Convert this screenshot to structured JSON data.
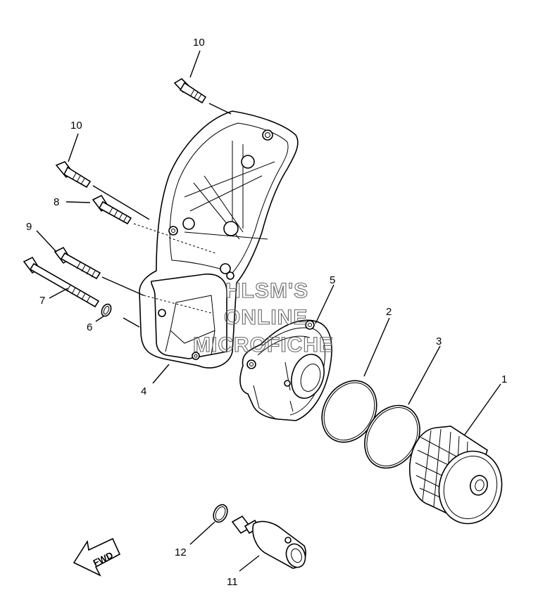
{
  "callouts": [
    {
      "id": "c1",
      "label": "1"
    },
    {
      "id": "c2",
      "label": "2"
    },
    {
      "id": "c3",
      "label": "3"
    },
    {
      "id": "c4",
      "label": "4"
    },
    {
      "id": "c5",
      "label": "5"
    },
    {
      "id": "c6",
      "label": "6"
    },
    {
      "id": "c7",
      "label": "7"
    },
    {
      "id": "c8",
      "label": "8"
    },
    {
      "id": "c9",
      "label": "9"
    },
    {
      "id": "c10a",
      "label": "10"
    },
    {
      "id": "c10b",
      "label": "10"
    },
    {
      "id": "c11",
      "label": "11"
    },
    {
      "id": "c12",
      "label": "12"
    }
  ],
  "watermark": [
    "HLSM'S",
    "ONLINE",
    "MICROFICHE"
  ],
  "direction_badge": "FWD"
}
